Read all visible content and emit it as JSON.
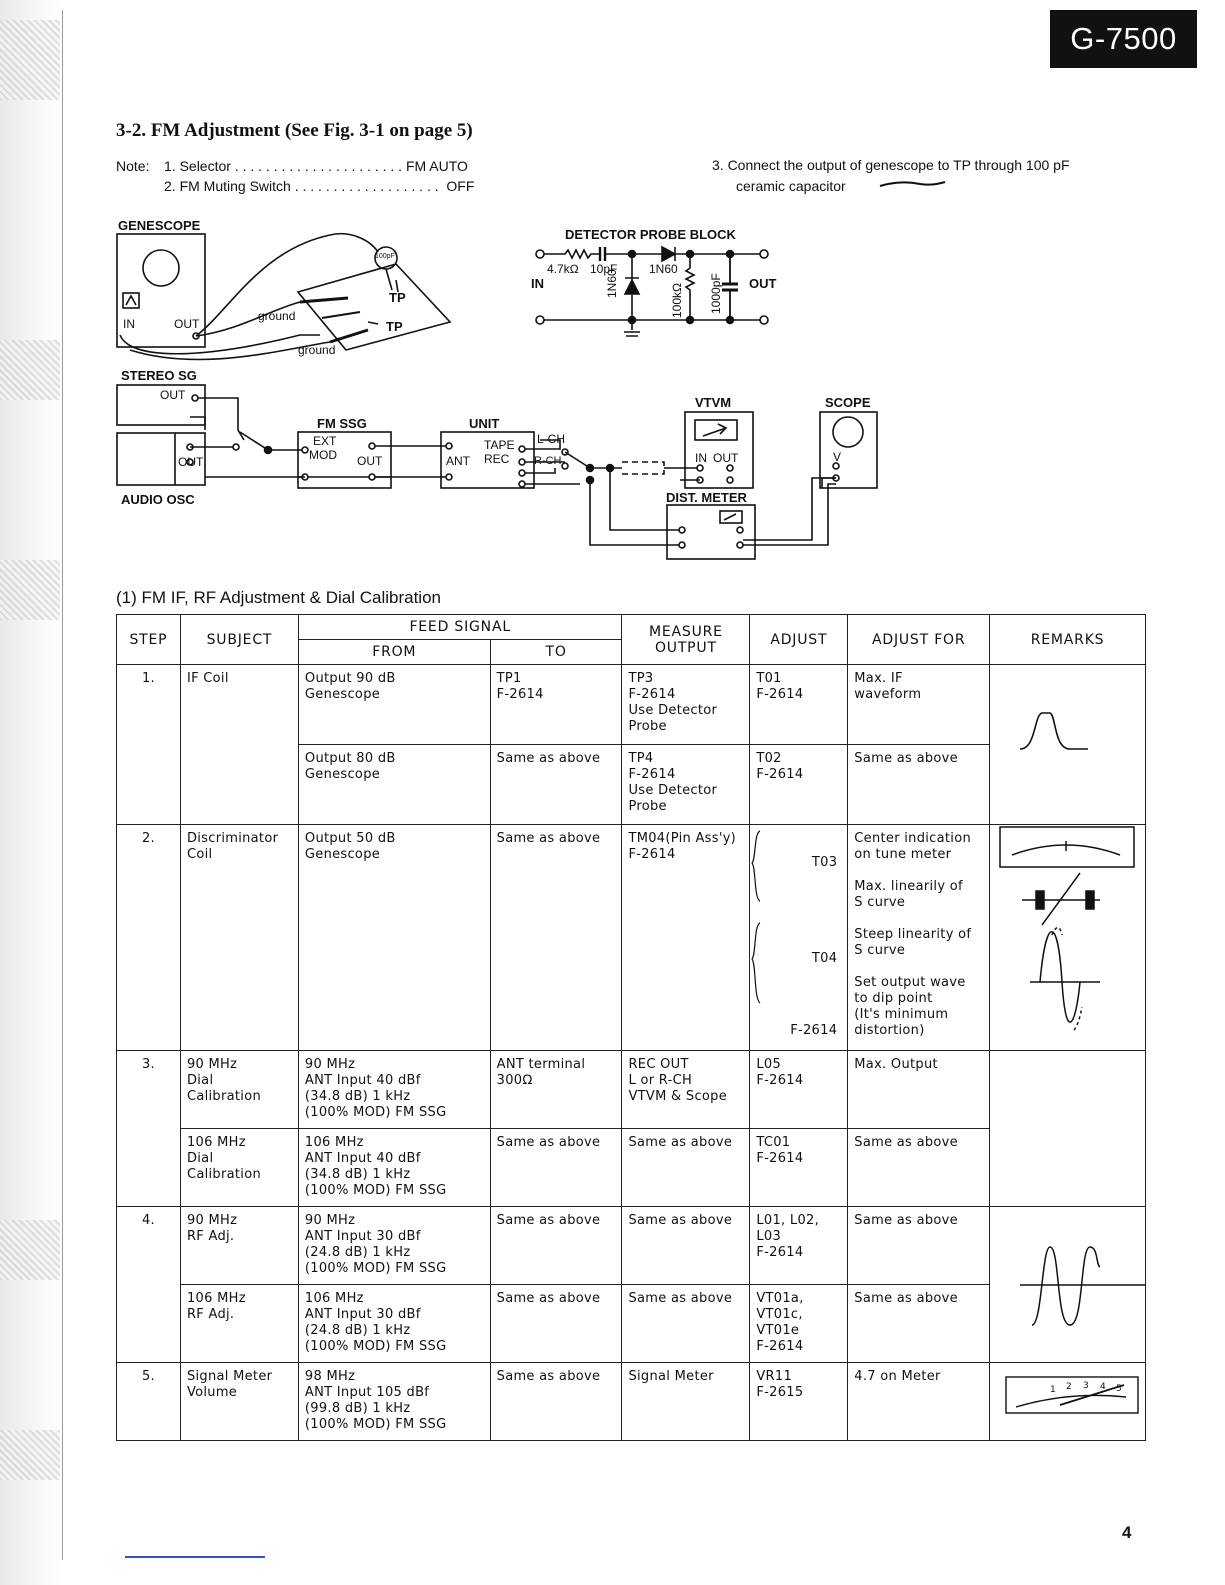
{
  "header": {
    "model": "G-7500"
  },
  "section": {
    "title": "3-2.  FM Adjustment (See Fig. 3-1 on page 5)"
  },
  "notes": {
    "label": "Note:",
    "n1": "1. Selector . . . . . . . . . . . . . . . . . . . . . . FM AUTO",
    "n2": "2. FM Muting Switch . . . . . . . . . . . . . . . . . . .  OFF",
    "n3a": "3. Connect the output of genescope to TP through 100 pF",
    "n3b": "ceramic capacitor"
  },
  "diagram": {
    "genescope": "GENESCOPE",
    "in": "IN",
    "out": "OUT",
    "ground1": "ground",
    "ground2": "ground",
    "tp1": "TP",
    "tp2": "TP",
    "cap": "100pF",
    "stereo_sg": "STEREO SG",
    "audio_osc": "AUDIO OSC",
    "fm_ssg": "FM SSG",
    "ext": "EXT",
    "mod": "MOD",
    "ssg_out": "OUT",
    "unit": "UNIT",
    "ant": "ANT",
    "tape": "TAPE",
    "rec": "REC",
    "lch": "L-CH",
    "rch": "R-CH",
    "vtvm": "VTVM",
    "vtvm_in": "IN",
    "vtvm_out": "OUT",
    "scope": "SCOPE",
    "scope_v": "V",
    "dist_meter": "DIST. METER",
    "probe_title": "DETECTOR PROBE BLOCK",
    "probe_in": "IN",
    "probe_out": "OUT",
    "r1": "4.7kΩ",
    "c1": "10pF",
    "d1": "1N60",
    "d2": "1N60",
    "r2": "100kΩ",
    "c2": "1000pF"
  },
  "subsection": {
    "title": "(1) FM IF, RF Adjustment & Dial Calibration"
  },
  "table": {
    "headers": {
      "step": "STEP",
      "subject": "SUBJECT",
      "feed": "FEED SIGNAL",
      "from": "FROM",
      "to": "TO",
      "measure": "MEASURE\nOUTPUT",
      "adjust": "ADJUST",
      "adjust_for": "ADJUST FOR",
      "remarks": "REMARKS"
    },
    "rows": [
      {
        "step": "1.",
        "subject": "IF Coil",
        "from": "Output  90 dB\nGenescope",
        "to": "TP1\nF-2614",
        "measure": "TP3\nF-2614\nUse Detector\nProbe",
        "adjust": "T01\nF-2614",
        "adjust_for": "Max. IF\nwaveform"
      },
      {
        "step": "",
        "subject": "",
        "from": "Output  80 dB\nGenescope",
        "to": "Same as above",
        "measure": "TP4\nF-2614\nUse Detector\nProbe",
        "adjust": "T02\nF-2614",
        "adjust_for": "Same as above"
      },
      {
        "step": "2.",
        "subject": "Discriminator\nCoil",
        "from": "Output 50 dB\nGenescope",
        "to": "Same as above",
        "measure": "TM04(Pin Ass'y)\nF-2614",
        "adjust_t03": "T03",
        "adjust_t04": "T04",
        "adjust_ref": "F-2614",
        "af1": "Center indication\non tune meter",
        "af2": "Max. linearily of\nS curve",
        "af3": "Steep linearity of\nS curve",
        "af4": "Set output wave\nto dip point\n(It's minimum\ndistortion)"
      },
      {
        "step": "3.",
        "subject": "90 MHz\nDial\nCalibration",
        "from": "90 MHz\nANT Input 40 dBf\n(34.8 dB) 1 kHz\n(100% MOD) FM SSG",
        "to": "ANT terminal\n300Ω",
        "measure": "REC OUT\nL or R-CH\nVTVM & Scope",
        "adjust": "L05\nF-2614",
        "adjust_for": "Max. Output"
      },
      {
        "step": "",
        "subject": "106 MHz\nDial\nCalibration",
        "from": "106 MHz\nANT Input 40 dBf\n(34.8 dB) 1 kHz\n(100% MOD) FM SSG",
        "to": "Same as above",
        "measure": "Same as above",
        "adjust": "TC01\nF-2614",
        "adjust_for": "Same as above"
      },
      {
        "step": "4.",
        "subject": "90 MHz\nRF Adj.",
        "from": "90 MHz\nANT Input 30 dBf\n(24.8 dB) 1 kHz\n(100% MOD) FM SSG",
        "to": "Same as above",
        "measure": "Same as above",
        "adjust": "L01, L02,\nL03\nF-2614",
        "adjust_for": "Same as above"
      },
      {
        "step": "",
        "subject": "106 MHz\nRF Adj.",
        "from": "106 MHz\nANT Input 30 dBf\n(24.8 dB) 1 kHz\n(100% MOD) FM SSG",
        "to": "Same as above",
        "measure": "Same as above",
        "adjust": "VT01a,\nVT01c,\nVT01e\nF-2614",
        "adjust_for": "Same as above"
      },
      {
        "step": "5.",
        "subject": "Signal Meter\nVolume",
        "from": "98 MHz\nANT Input 105 dBf\n(99.8 dB) 1 kHz\n(100% MOD) FM SSG",
        "to": "Same as above",
        "measure": "Signal Meter",
        "adjust": "VR11\nF-2615",
        "adjust_for": "4.7 on Meter"
      }
    ],
    "meter_scale": [
      "1",
      "2",
      "3",
      "4",
      "5"
    ]
  },
  "page": {
    "number": "4"
  }
}
